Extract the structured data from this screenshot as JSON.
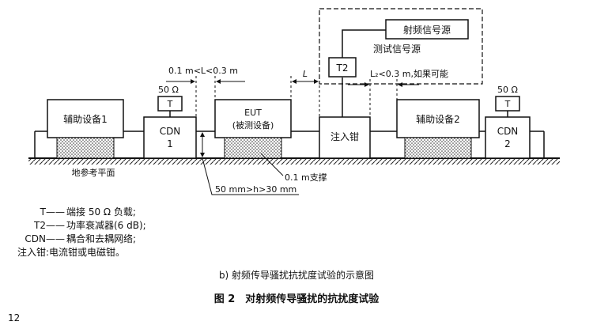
{
  "diagram": {
    "aux1": "辅助设备1",
    "aux2": "辅助设备2",
    "cdn1_line1": "CDN",
    "cdn1_line2": "1",
    "cdn2_line1": "CDN",
    "cdn2_line2": "2",
    "eut_line1": "EUT",
    "eut_line2": "(被测设备)",
    "clamp": "注入钳",
    "rf_source": "射频信号源",
    "test_source": "测试信号源",
    "t2": "T2",
    "t": "T",
    "ohm50": "50 Ω",
    "dim_L_range": "0.1 m<L<0.3 m",
    "dim_L": "L",
    "dim_L2": "L₂<0.3 m,如果可能",
    "ground_plane": "地参考平面",
    "support": "0.1 m支撑",
    "height": "50 mm>h>30 mm"
  },
  "legend": [
    {
      "key": "T",
      "desc": "端接 50 Ω 负载;"
    },
    {
      "key": "T2",
      "desc": "功率衰减器(6 dB);"
    },
    {
      "key": "CDN",
      "desc": "耦合和去耦网络;"
    },
    {
      "key": "注入钳",
      "desc": "电流钳或电磁钳。",
      "colon": true
    }
  ],
  "subtitle": "b) 射频传导骚扰抗扰度试验的示意图",
  "caption": "图 2　对射频传导骚扰的抗扰度试验",
  "page_number": "12"
}
